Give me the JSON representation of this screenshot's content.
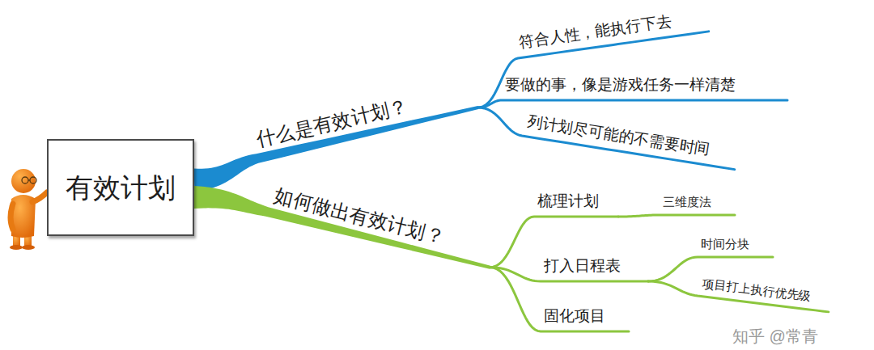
{
  "diagram": {
    "nodes": [
      {
        "text": [
          "有效计划"
        ]
      },
      {
        "text": [
          "什么是有效计划？"
        ]
      },
      {
        "text": [
          "符合人性，能执行下去"
        ]
      },
      {
        "text": [
          "要做的事，像是游戏任务一样清楚"
        ]
      },
      {
        "text": [
          "列计划尽可能的不需要时间"
        ]
      },
      {
        "text": [
          "如何做出有效计划？"
        ]
      },
      {
        "text": [
          "梳理计划"
        ]
      },
      {
        "text": [
          "三维度法"
        ]
      },
      {
        "text": [
          "打入日程表"
        ]
      },
      {
        "text": [
          "时间分块"
        ]
      },
      {
        "text": [
          "项目打上执行优先级"
        ]
      },
      {
        "text": [
          "固化项目"
        ]
      }
    ],
    "edges": [
      {
        "from": 0,
        "to": 1,
        "arrow": "none"
      },
      {
        "from": 1,
        "to": 2,
        "arrow": "none"
      },
      {
        "from": 1,
        "to": 3,
        "arrow": "none"
      },
      {
        "from": 1,
        "to": 4,
        "arrow": "none"
      },
      {
        "from": 0,
        "to": 5,
        "arrow": "none"
      },
      {
        "from": 5,
        "to": 6,
        "arrow": "none"
      },
      {
        "from": 6,
        "to": 7,
        "arrow": "none"
      },
      {
        "from": 5,
        "to": 8,
        "arrow": "none"
      },
      {
        "from": 8,
        "to": 9,
        "arrow": "none"
      },
      {
        "from": 8,
        "to": 10,
        "arrow": "none"
      },
      {
        "from": 5,
        "to": 11,
        "arrow": "none"
      }
    ],
    "labels": [
      "知乎 @常青"
    ]
  }
}
